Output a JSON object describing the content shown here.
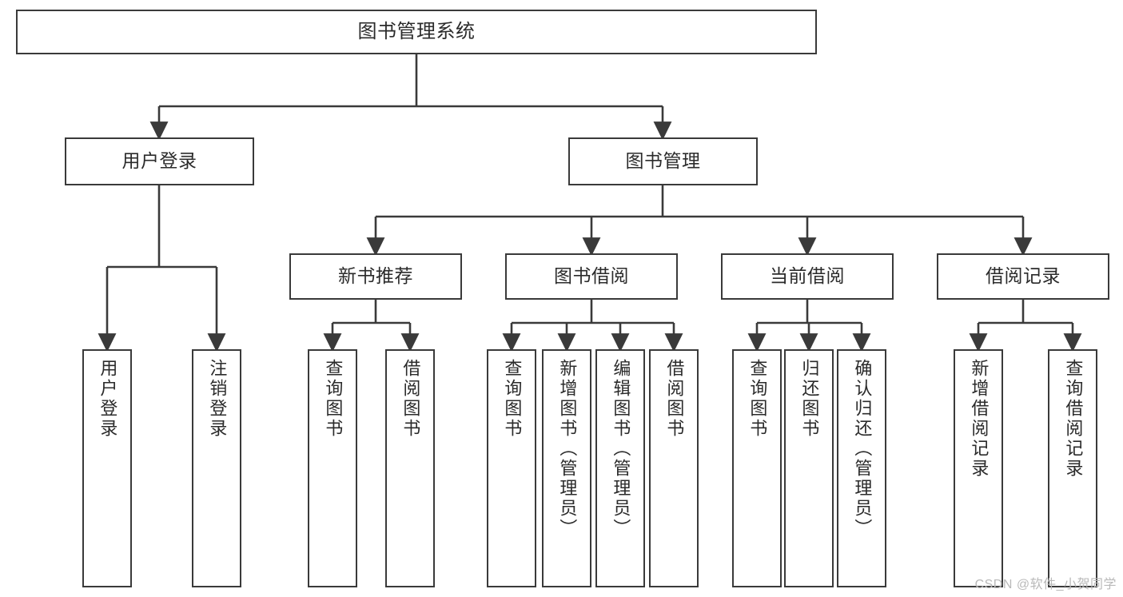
{
  "diagram": {
    "title": "图书管理系统",
    "type": "hierarchy-tree",
    "root": {
      "label": "图书管理系统"
    },
    "level2": [
      {
        "label": "用户登录"
      },
      {
        "label": "图书管理"
      }
    ],
    "level3": [
      {
        "label": "新书推荐"
      },
      {
        "label": "图书借阅"
      },
      {
        "label": "当前借阅"
      },
      {
        "label": "借阅记录"
      }
    ],
    "leaves": {
      "user_login": [
        {
          "label": "用户登录"
        },
        {
          "label": "注销登录"
        }
      ],
      "new_book_recommend": [
        {
          "label": "查询图书"
        },
        {
          "label": "借阅图书"
        }
      ],
      "book_borrow": [
        {
          "label": "查询图书"
        },
        {
          "label": "新增图书（管理员）"
        },
        {
          "label": "编辑图书（管理员）"
        },
        {
          "label": "借阅图书"
        }
      ],
      "current_borrow": [
        {
          "label": "查询图书"
        },
        {
          "label": "归还图书"
        },
        {
          "label": "确认归还（管理员）"
        }
      ],
      "borrow_records": [
        {
          "label": "新增借阅记录"
        },
        {
          "label": "查询借阅记录"
        }
      ]
    }
  },
  "watermark": {
    "text": "CSDN @软件_小贺同学"
  },
  "colors": {
    "border": "#3a3a3a",
    "text": "#2b2b2b",
    "background": "#ffffff",
    "watermark": "#b9b9b9"
  }
}
